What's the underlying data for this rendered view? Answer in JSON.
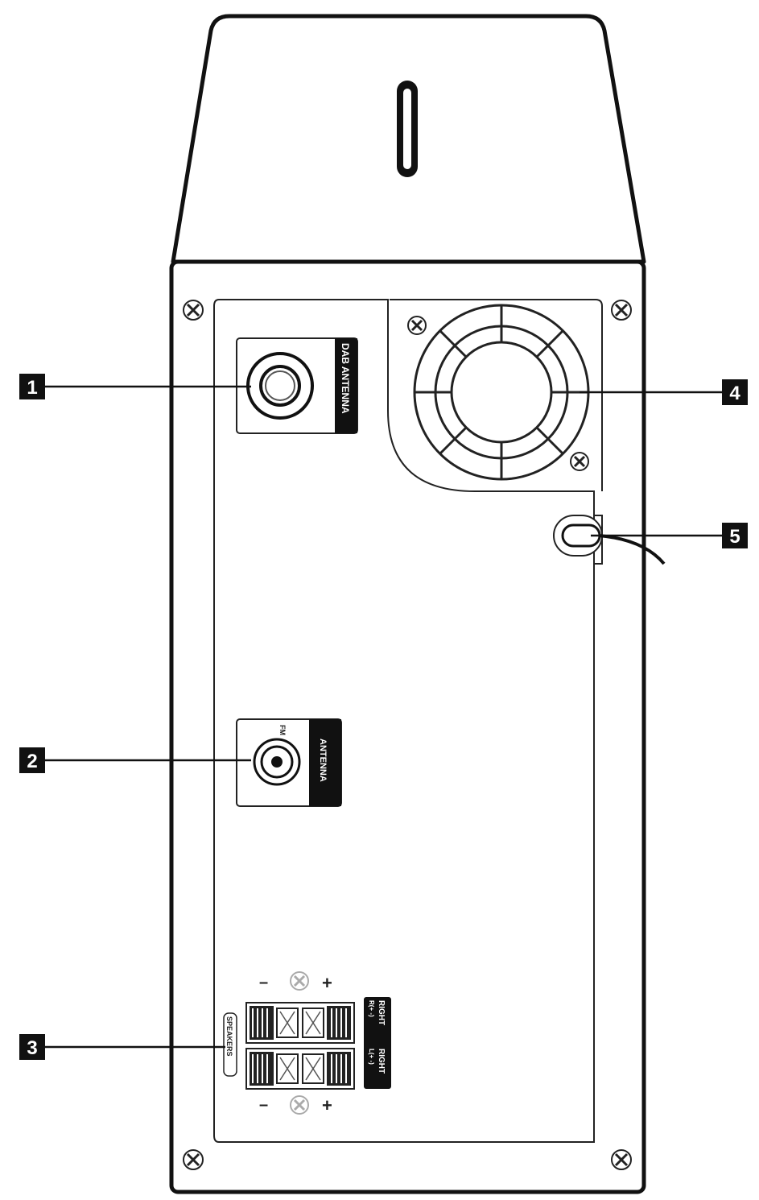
{
  "callouts": [
    {
      "number": "1"
    },
    {
      "number": "2"
    },
    {
      "number": "3"
    },
    {
      "number": "4"
    },
    {
      "number": "5"
    }
  ],
  "ports": {
    "dab_label": "DAB ANTENNA",
    "fm_antenna_label": "ANTENNA",
    "fm_label": "FM",
    "speakers_label": "SPEAKERS",
    "minus": "–",
    "plus": "+",
    "right_line1": "RIGHT",
    "right_line2": "R(+ -)",
    "left_line1": "RIGHT",
    "left_line2": "L(+ -)"
  }
}
